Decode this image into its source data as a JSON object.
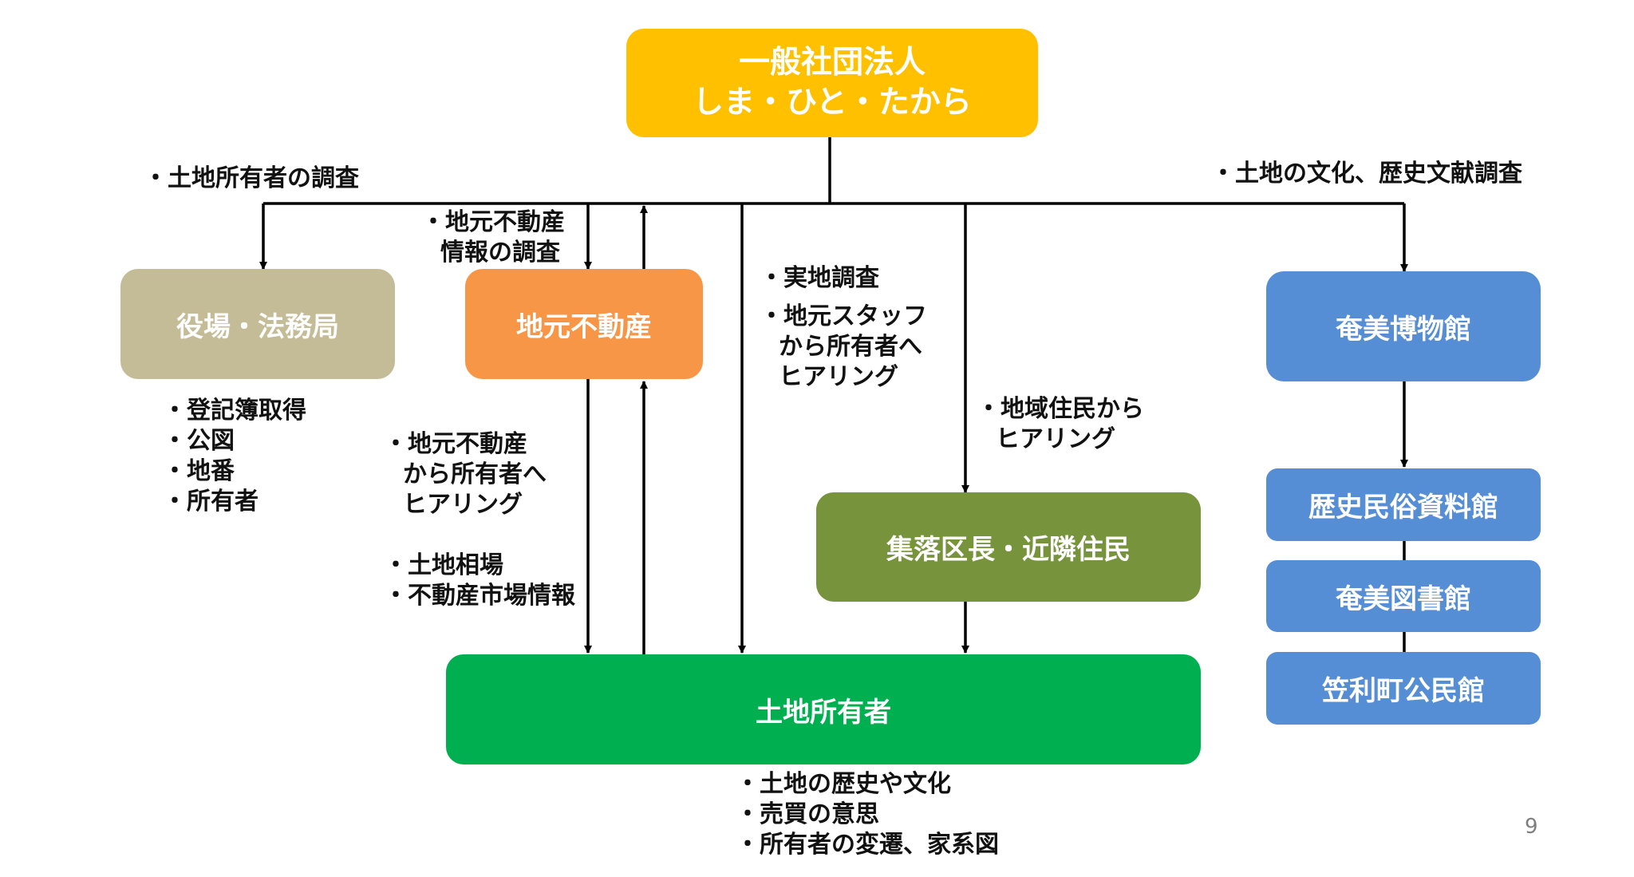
{
  "organization": {
    "line1": "一般社団法人",
    "line2": "しま・ひと・たから"
  },
  "boxes": {
    "yakuba": "役場・法務局",
    "jimoto_fudosan": "地元不動産",
    "amami_museum": "奄美博物館",
    "rekishi_minzoku": "歴史民俗資料館",
    "amami_library": "奄美図書館",
    "kasari_hall": "笠利町公民館",
    "shuraku": "集落区長・近隣住民",
    "landowner": "土地所有者"
  },
  "labels": {
    "survey_owner": "・土地所有者の調査",
    "survey_culture": "・土地の文化、歴史文献調査",
    "fudosan_info": [
      "・地元不動産",
      "情報の調査"
    ],
    "field_survey": "・実地調査",
    "staff_hearing": [
      "・地元スタッフ",
      "から所有者へ",
      "ヒアリング"
    ],
    "resident_hearing": [
      "・地域住民から",
      "ヒアリング"
    ],
    "registry": [
      "・登記簿取得",
      "・公図",
      "・地番",
      "・所有者"
    ],
    "fudosan_hearing": [
      "・地元不動産",
      "から所有者へ",
      "ヒアリング"
    ],
    "market": [
      "・土地相場",
      "・不動産市場情報"
    ],
    "owner_info": [
      "・土地の歴史や文化",
      "・売買の意思",
      "・所有者の変遷、家系図"
    ]
  },
  "page_number": "9",
  "colors": {
    "organization": "#FFC000",
    "yakuba": "#C4BC96",
    "jimoto_fudosan": "#F79646",
    "museum_blue": "#558ED5",
    "shuraku": "#77933C",
    "landowner": "#00B050",
    "line": "#000000"
  }
}
